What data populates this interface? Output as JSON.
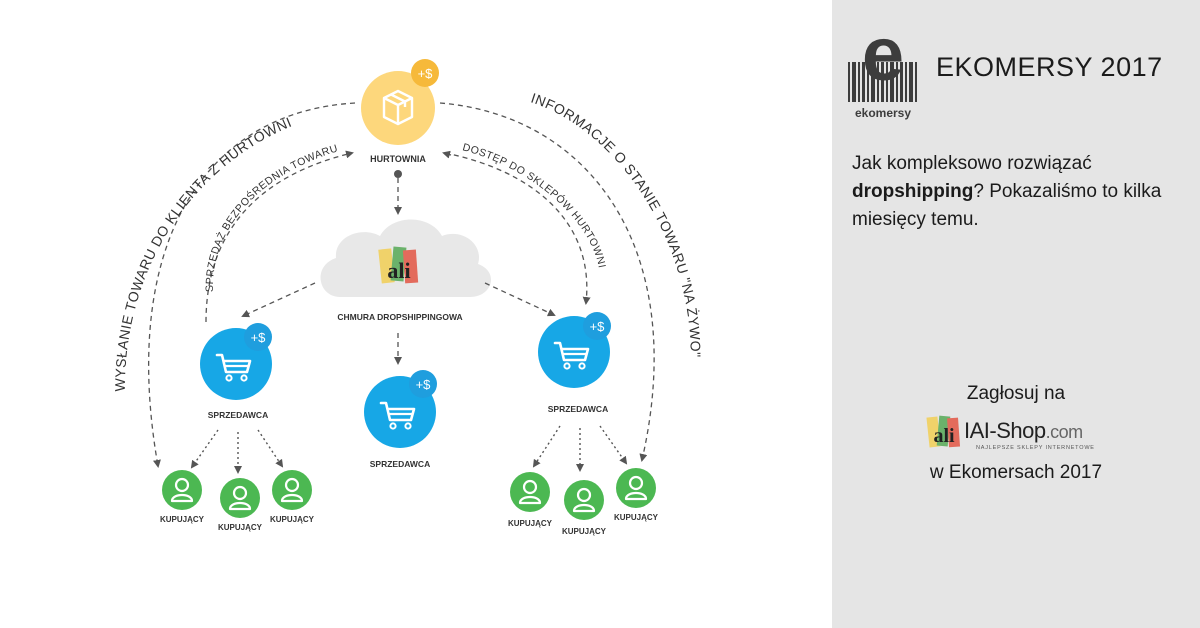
{
  "diagram": {
    "wholesaler_label": "HURTOWNIA",
    "cloud_label": "CHMURA DROPSHIPPINGOWA",
    "seller_label": "SPRZEDAWCA",
    "buyer_label": "KUPUJĄCY",
    "money_badge": "+$",
    "arc_left_outer": "WYSŁANIE TOWARU DO KLIENTA Z HURTOWNI",
    "arc_left_inner": "SPRZEDAŻ BEZPOŚREDNIA TOWARU",
    "arc_right_outer": "INFORMACJE O STANIE TOWARU \"NA ŻYWO\"",
    "arc_right_inner": "DOSTĘP DO SKLEPÓW HURTOWNI",
    "colors": {
      "wholesaler": "#fdd77c",
      "seller": "#17a7e6",
      "buyer": "#4cb852",
      "badge_dark": "#1f9ede",
      "badge_amber": "#f6b93a"
    }
  },
  "sidebar": {
    "logo_text": "ekomersy",
    "event_title": "EKOMERSY 2017",
    "intro_part1": "Jak kompleksowo rozwiązać ",
    "intro_bold": "dropshipping",
    "intro_part2": "? Pokazaliśmo to kilka miesięcy temu.",
    "vote_prefix": "Zagłosuj na",
    "iai_logo_main": "IAI-Shop",
    "iai_logo_suffix": ".com",
    "iai_logo_tagline": "NAJLEPSZE SKLEPY INTERNETOWE",
    "vote_suffix": "w Ekomersach 2017"
  }
}
